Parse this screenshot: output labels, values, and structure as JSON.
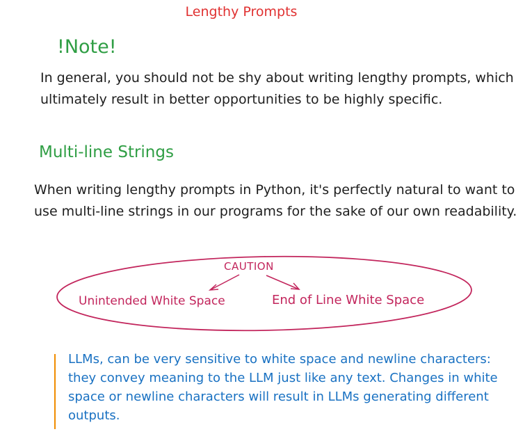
{
  "title": "Lengthy Prompts",
  "note": {
    "heading": "!Note!",
    "text": "In general, you should not be shy about writing lengthy prompts, which ultimately result in better opportunities to be highly specific."
  },
  "multiline": {
    "heading": "Multi-line Strings",
    "text": "When writing lengthy prompts in Python, it's perfectly natural to want to use multi-line strings in our programs for the sake of our own readability."
  },
  "diagram": {
    "root": "CAUTION",
    "branches": [
      "Unintended White Space",
      "End of Line White Space"
    ],
    "color": "#c2255c"
  },
  "callout": {
    "text": "LLMs, can be very sensitive to white space and newline characters: they convey meaning to the LLM just like any text. Changes in white space or newline characters will result in LLMs generating different outputs.",
    "bar_color": "#f08c00",
    "text_color": "#1971c2"
  },
  "colors": {
    "title": "#e03131",
    "headings": "#2f9e44",
    "body": "#1e1e1e"
  }
}
